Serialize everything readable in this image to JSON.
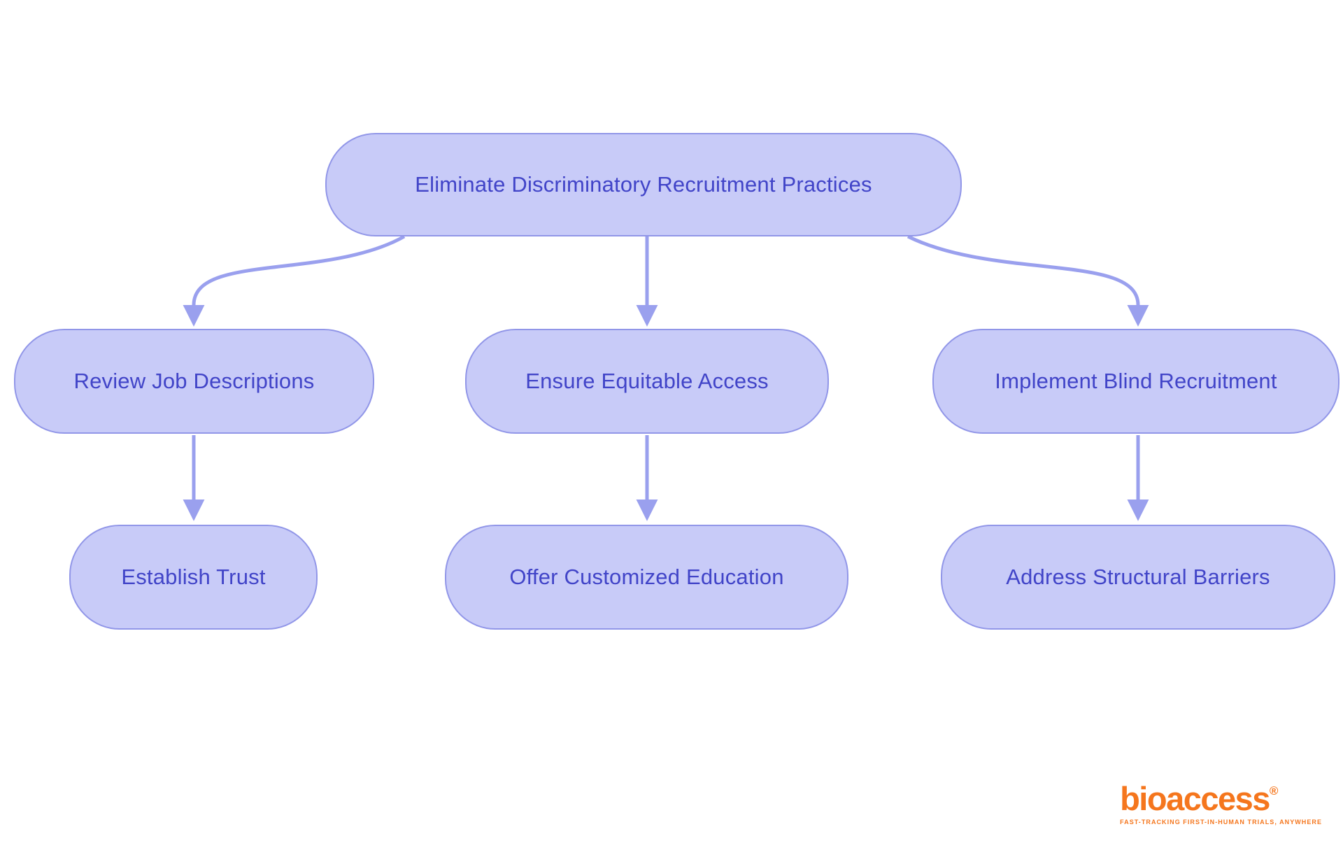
{
  "diagram": {
    "nodes": {
      "root": {
        "label": "Eliminate Discriminatory Recruitment Practices"
      },
      "branch1": {
        "label": "Review Job Descriptions"
      },
      "branch2": {
        "label": "Ensure Equitable Access"
      },
      "branch3": {
        "label": "Implement Blind Recruitment"
      },
      "leaf1": {
        "label": "Establish Trust"
      },
      "leaf2": {
        "label": "Offer Customized Education"
      },
      "leaf3": {
        "label": "Address Structural Barriers"
      }
    },
    "edges": [
      {
        "from": "root",
        "to": "branch1"
      },
      {
        "from": "root",
        "to": "branch2"
      },
      {
        "from": "root",
        "to": "branch3"
      },
      {
        "from": "branch1",
        "to": "leaf1"
      },
      {
        "from": "branch2",
        "to": "leaf2"
      },
      {
        "from": "branch3",
        "to": "leaf3"
      }
    ],
    "colors": {
      "node_fill": "#c8cbf8",
      "node_border": "#9196e8",
      "node_text": "#4144c8",
      "arrow": "#9aa0ee",
      "background": "#ffffff"
    }
  },
  "branding": {
    "logo_text": "bioaccess",
    "registered_mark": "®",
    "tagline": "FAST-TRACKING FIRST-IN-HUMAN TRIALS, ANYWHERE",
    "logo_color": "#f5761d"
  }
}
